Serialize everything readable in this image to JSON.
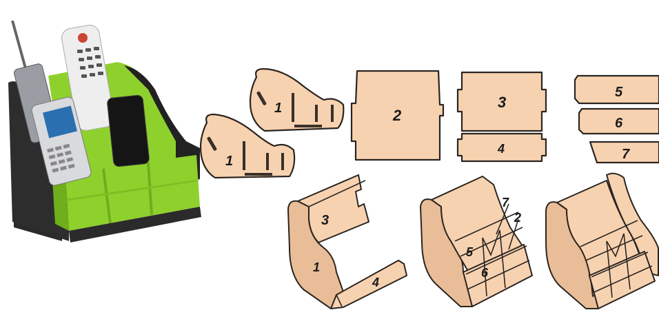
{
  "photo": {
    "description_icon": "desk-organizer-photo"
  },
  "parts": {
    "side_a_label": "1",
    "side_b_label": "1",
    "back_label": "2",
    "front_top_label": "3",
    "front_bottom_label": "4",
    "divider_5_label": "5",
    "divider_6_label": "6",
    "divider_7_label": "7"
  },
  "assembly": {
    "step1": {
      "label_3": "3",
      "label_1": "1",
      "label_4": "4"
    },
    "step2": {
      "label_7": "7",
      "label_2": "2",
      "label_5": "5",
      "label_6": "6"
    }
  },
  "colors": {
    "wood": "#f7d2b0",
    "outline": "#2a2420",
    "organizer_green": "#8fd12c",
    "organizer_dark": "#2b2b2b"
  }
}
